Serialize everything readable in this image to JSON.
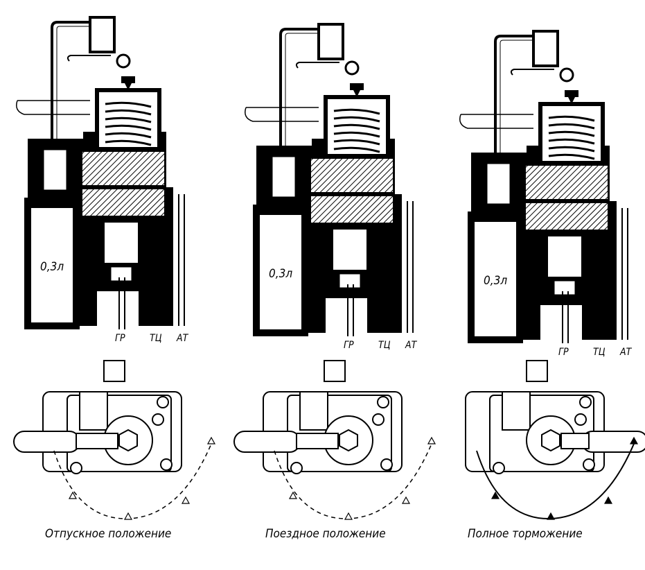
{
  "diagram": {
    "panels": [
      {
        "id": "release",
        "caption": "Отпускное положение",
        "volume_label": "0,3л",
        "ports": {
          "gr": "ГР",
          "tc": "ТЦ",
          "at": "АТ"
        },
        "handle_position": "left",
        "arc_style": "dashed"
      },
      {
        "id": "train",
        "caption": "Поездное положение",
        "volume_label": "0,3л",
        "ports": {
          "gr": "ГР",
          "tc": "ТЦ",
          "at": "АТ"
        },
        "handle_position": "left",
        "arc_style": "dashed"
      },
      {
        "id": "full-braking",
        "caption": "Полное торможение",
        "volume_label": "0,3л",
        "ports": {
          "gr": "ГР",
          "tc": "ТЦ",
          "at": "АТ"
        },
        "handle_position": "right",
        "arc_style": "solid"
      }
    ],
    "spring_cap_marker": "2"
  }
}
